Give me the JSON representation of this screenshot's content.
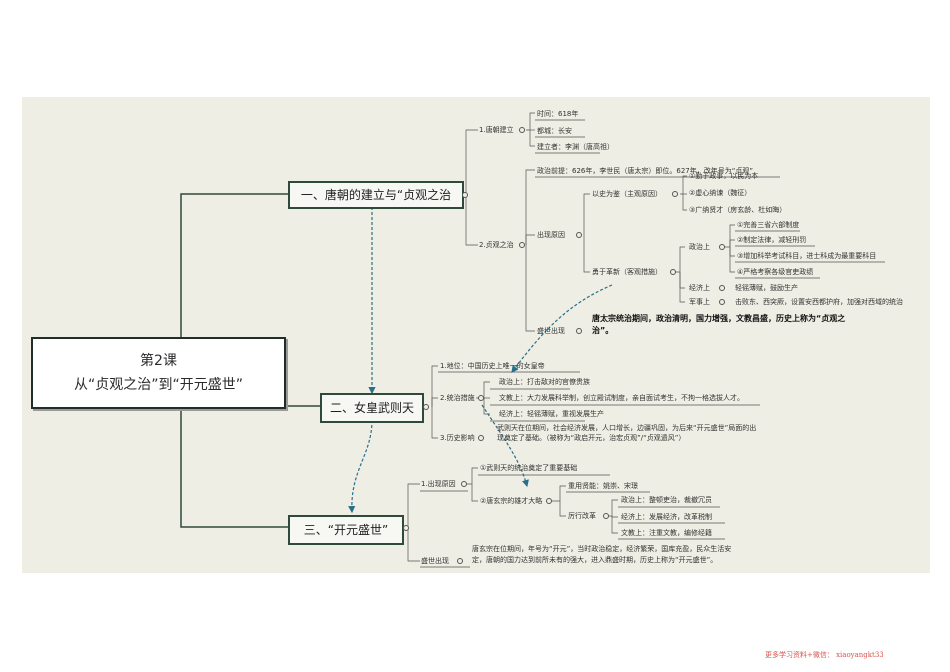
{
  "root": {
    "line1": "第2课",
    "line2": "从“贞观之治”到“开元盛世”"
  },
  "section1": {
    "title": "一、唐朝的建立与“贞观之治",
    "founding": {
      "label": "1.唐朝建立",
      "items": [
        "时间：618年",
        "都城：长安",
        "建立者：李渊（唐高祖）"
      ]
    },
    "zhenguan": {
      "label": "2.贞观之治",
      "before": "政治前提：626年，李世民（唐太宗）即位。627年，改年号为“贞观”",
      "causes_label": "出现原因",
      "mirror": {
        "label": "以史为鉴（主观原因）",
        "items": [
          "①勤于政事，以民为本",
          "②虚心纳谏（魏征）",
          "③广纳贤才（房玄龄、杜如晦）"
        ]
      },
      "reform": {
        "label": "勇于革新（客观措施）",
        "politics_label": "政治上",
        "politics_items": [
          "①完善三省六部制度",
          "②制定法律，减轻刑罚",
          "③增加科举考试科目，进士科成为最重要科目",
          "④严格考察各级官吏政绩"
        ],
        "economy_label": "经济上",
        "economy_text": "轻徭薄赋，鼓励生产",
        "military_label": "军事上",
        "military_text": "击败东、西突厥，设置安西都护府，加强对西域的统治"
      },
      "appear_label": "盛世出现",
      "appear_text_1": "唐太宗统治期间，政治清明，国力增强，文教昌盛，历史上称为“贞观之",
      "appear_text_2": "治”。"
    }
  },
  "section2": {
    "title": "二、女皇武则天",
    "status": "1.地位：中国历史上唯一的女皇帝",
    "measures_label": "2.统治措施",
    "measures": [
      "政治上：打击敌对的官僚贵族",
      "文教上：大力发展科举制，创立殿试制度，亲自面试考生，不拘一格选拔人才。",
      "经济上：轻徭薄赋，重视发展生产"
    ],
    "influence_label": "3.历史影响",
    "influence_1": "武则天在位期间，社会经济发展，人口增长，边疆巩固，为后来“开元盛世”局面的出",
    "influence_2": "现奠定了基础。（被称为“政启开元，治宏贞观”/“贞观遗风”）"
  },
  "section3": {
    "title": "三、“开元盛世”",
    "causes_label": "1.出现原因",
    "cause_1": "①武则天的统治奠定了重要基础",
    "cause_2": "②唐玄宗的雄才大略",
    "talent": "重用贤能：姚崇、宋璟",
    "reform_label": "厉行改革",
    "reform_items": [
      "政治上：整顿吏治，裁撤冗员",
      "经济上：发展经济，改革税制",
      "文教上：注重文教，编修经籍"
    ],
    "appear_label": "盛世出现",
    "appear_1": "唐玄宗在位期间，年号为“开元”，当时政治稳定，经济繁荣，国库充盈，民众生活安",
    "appear_2": "定，唐朝的国力达到前所未有的强大，进入鼎盛时期，历史上称为“开元盛世”。"
  },
  "watermark": "更多学习资料+微信： xiaoyangkt33",
  "colors": {
    "background": "#eeeee4",
    "line": "#2f4a3a",
    "arrow": "#2a6f8a",
    "watermark": "#d9534f"
  }
}
